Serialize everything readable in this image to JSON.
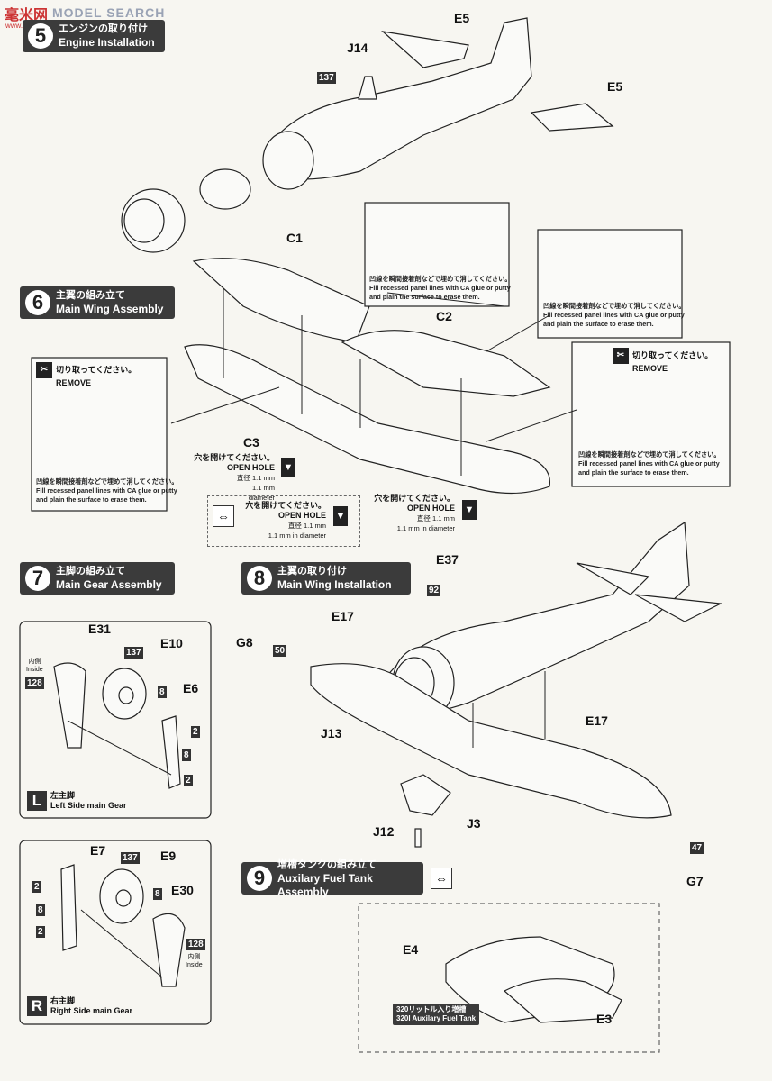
{
  "watermark": {
    "brand": "MODEL SEARCH",
    "cn": "毫米网",
    "url": "www.hmsw.com"
  },
  "steps": {
    "s5": {
      "num": "5",
      "jp": "エンジンの取り付け",
      "en": "Engine Installation"
    },
    "s6": {
      "num": "6",
      "jp": "主翼の組み立て",
      "en": "Main Wing Assembly"
    },
    "s7": {
      "num": "7",
      "jp": "主脚の組み立て",
      "en": "Main Gear Assembly"
    },
    "s8": {
      "num": "8",
      "jp": "主翼の取り付け",
      "en": "Main Wing Installation"
    },
    "s9": {
      "num": "9",
      "jp": "増槽タンクの組み立て",
      "en": "Auxilary Fuel Tank Assembly"
    }
  },
  "parts": {
    "e5a": "E5",
    "e5b": "E5",
    "j14": "J14",
    "c1": "C1",
    "c2": "C2",
    "c3": "C3",
    "e31": "E31",
    "e10": "E10",
    "e6": "E6",
    "e7": "E7",
    "e9": "E9",
    "e30": "E30",
    "e37": "E37",
    "e17a": "E17",
    "e17b": "E17",
    "g8": "G8",
    "g7": "G7",
    "j13": "J13",
    "j12": "J12",
    "j3": "J3",
    "e4": "E4",
    "e3": "E3"
  },
  "colors": {
    "c137": "137",
    "c128a": "128",
    "c128b": "128",
    "c137b": "137",
    "c92": "92",
    "c50": "50",
    "c47": "47",
    "c8a": "8",
    "c2a": "2",
    "c8b": "8",
    "c2b": "2",
    "c2c": "2",
    "c8c": "8",
    "c2d": "2",
    "c8d": "8"
  },
  "notes": {
    "fill_jp": "凹線を瞬間接着剤などで埋めて消してください。",
    "fill_en1": "Fill recessed panel lines with CA glue or putty",
    "fill_en2": "and plain the surface to erase them.",
    "remove_jp": "切り取ってください。",
    "remove_en": "REMOVE",
    "hole_jp": "穴を開けてください。",
    "hole_en": "OPEN HOLE",
    "dia_jp": "直径 1.1 mm",
    "dia_en": "1.1 mm in diameter",
    "dia_en_a": "1.1 mm",
    "dia_en_b": "diameter"
  },
  "gear": {
    "inside_jp": "内側",
    "inside_en": "Inside",
    "left_letter": "L",
    "left_jp": "左主脚",
    "left_en": "Left Side main Gear",
    "right_letter": "R",
    "right_jp": "右主脚",
    "right_en": "Right Side main Gear"
  },
  "fuel_tank": {
    "jp": "320リットル入り増槽",
    "en": "320l Auxilary Fuel Tank"
  }
}
